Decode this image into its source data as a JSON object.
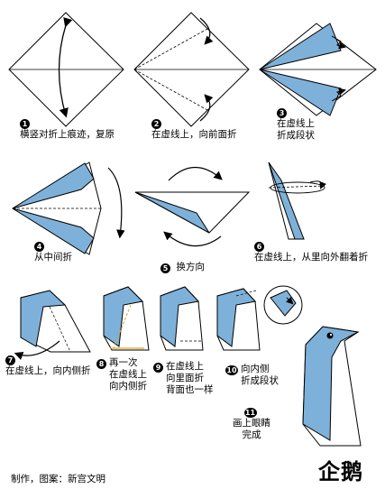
{
  "steps": [
    {
      "num": "1",
      "text": "横竖对折上痕迹，复原"
    },
    {
      "num": "2",
      "text": "在虚线上，向前面折"
    },
    {
      "num": "3",
      "line1": "在虚线上",
      "line2": "折成段状"
    },
    {
      "num": "4",
      "text": "从中间折"
    },
    {
      "num": "5",
      "text": "换方向"
    },
    {
      "num": "6",
      "text": "在虚线上，从里向外翻着折"
    },
    {
      "num": "7",
      "text": "在虚线上，向内侧折"
    },
    {
      "num": "8",
      "line1": "再一次",
      "line2": "在虚线上",
      "line3": "向内侧折"
    },
    {
      "num": "9",
      "line1": "在虚线上",
      "line2": "向里面折",
      "line3": "背面也一样"
    },
    {
      "num": "10",
      "line1": "向内侧",
      "line2": "折成段状"
    },
    {
      "num": "11",
      "line1": "画上眼睛",
      "line2": "完成"
    }
  ],
  "title": "企鹅",
  "credit": "制作，图案：新宫文明",
  "colors": {
    "paper_blue": "#7eb1d9",
    "paper_white": "#ffffff",
    "accent_orange": "#e8a020",
    "line": "#000000"
  }
}
